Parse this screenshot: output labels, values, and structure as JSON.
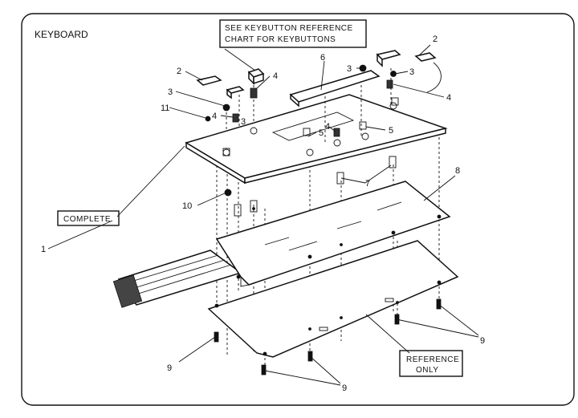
{
  "diagram": {
    "title": "KEYBOARD",
    "note_keybutton": [
      "SEE KEYBUTTON  REFERENCE",
      "CHART FOR KEYBUTTONS"
    ],
    "complete_label": "COMPLETE",
    "reference_note": [
      "REFERENCE",
      "ONLY"
    ]
  },
  "callouts": {
    "c1": "1",
    "c2": "2",
    "c3": "3",
    "c4": "4",
    "c5": "5",
    "c6": "6",
    "c7": "7",
    "c8": "8",
    "c9": "9",
    "c10": "10",
    "c11": "11"
  }
}
